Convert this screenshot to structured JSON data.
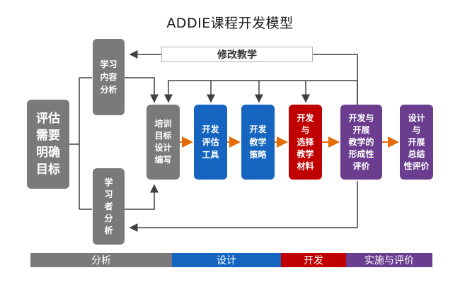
{
  "title": "ADDIE课程开发模型",
  "revise_label": "修改教学",
  "nodes": {
    "assess_needs": "评估\n需要\n明确\n目标",
    "learning_content": "学习\n内容\n分析",
    "learner_analysis": "学\n习\n者\n分\n析",
    "objectives": "培训\n目标\n设计\n编写",
    "assessment_tools": "开发\n评估\n工具",
    "strategy": "开发\n教学\n策略",
    "materials": "开发\n与\n选择\n教学\n材料",
    "formative": "开发与\n开展\n教学的\n形成性\n评价",
    "summative": "设计\n与\n开展\n总结\n性评价"
  },
  "phases": [
    "分析",
    "设计",
    "开发",
    "实施与评价"
  ],
  "colors": {
    "gray": "#7a7a7a",
    "blue": "#1565c0",
    "red": "#c00000",
    "purple": "#6a3d8f",
    "arrow_orange": "#e36c09",
    "line": "#404040"
  }
}
